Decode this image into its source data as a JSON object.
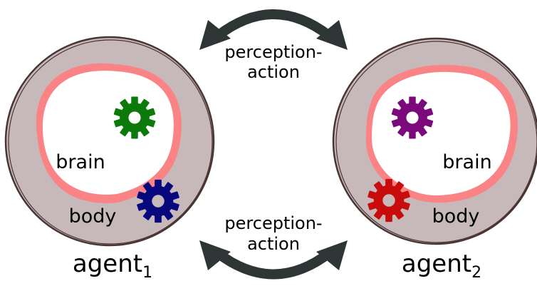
{
  "colors": {
    "body_fill": "#c7b9b9",
    "body_outline": "#4a3535",
    "brain_membrane": "#fa8485",
    "brain_fill": "#ffffff",
    "arrow": "#2e3535",
    "gear_green": "#0b7a0b",
    "gear_navy": "#07077e",
    "gear_purple": "#7b097b",
    "gear_red": "#c80c0c"
  },
  "interaction": {
    "top_label_line1": "perception-",
    "top_label_line2": "action",
    "bottom_label_line1": "perception-",
    "bottom_label_line2": "action"
  },
  "agents": [
    {
      "brain_label": "brain",
      "body_label": "body",
      "name": "agent",
      "subscript": "1",
      "brain_gear_icon": "gear-icon",
      "body_gear_icon": "gear-icon"
    },
    {
      "brain_label": "brain",
      "body_label": "body",
      "name": "agent",
      "subscript": "2",
      "brain_gear_icon": "gear-icon",
      "body_gear_icon": "gear-icon"
    }
  ]
}
